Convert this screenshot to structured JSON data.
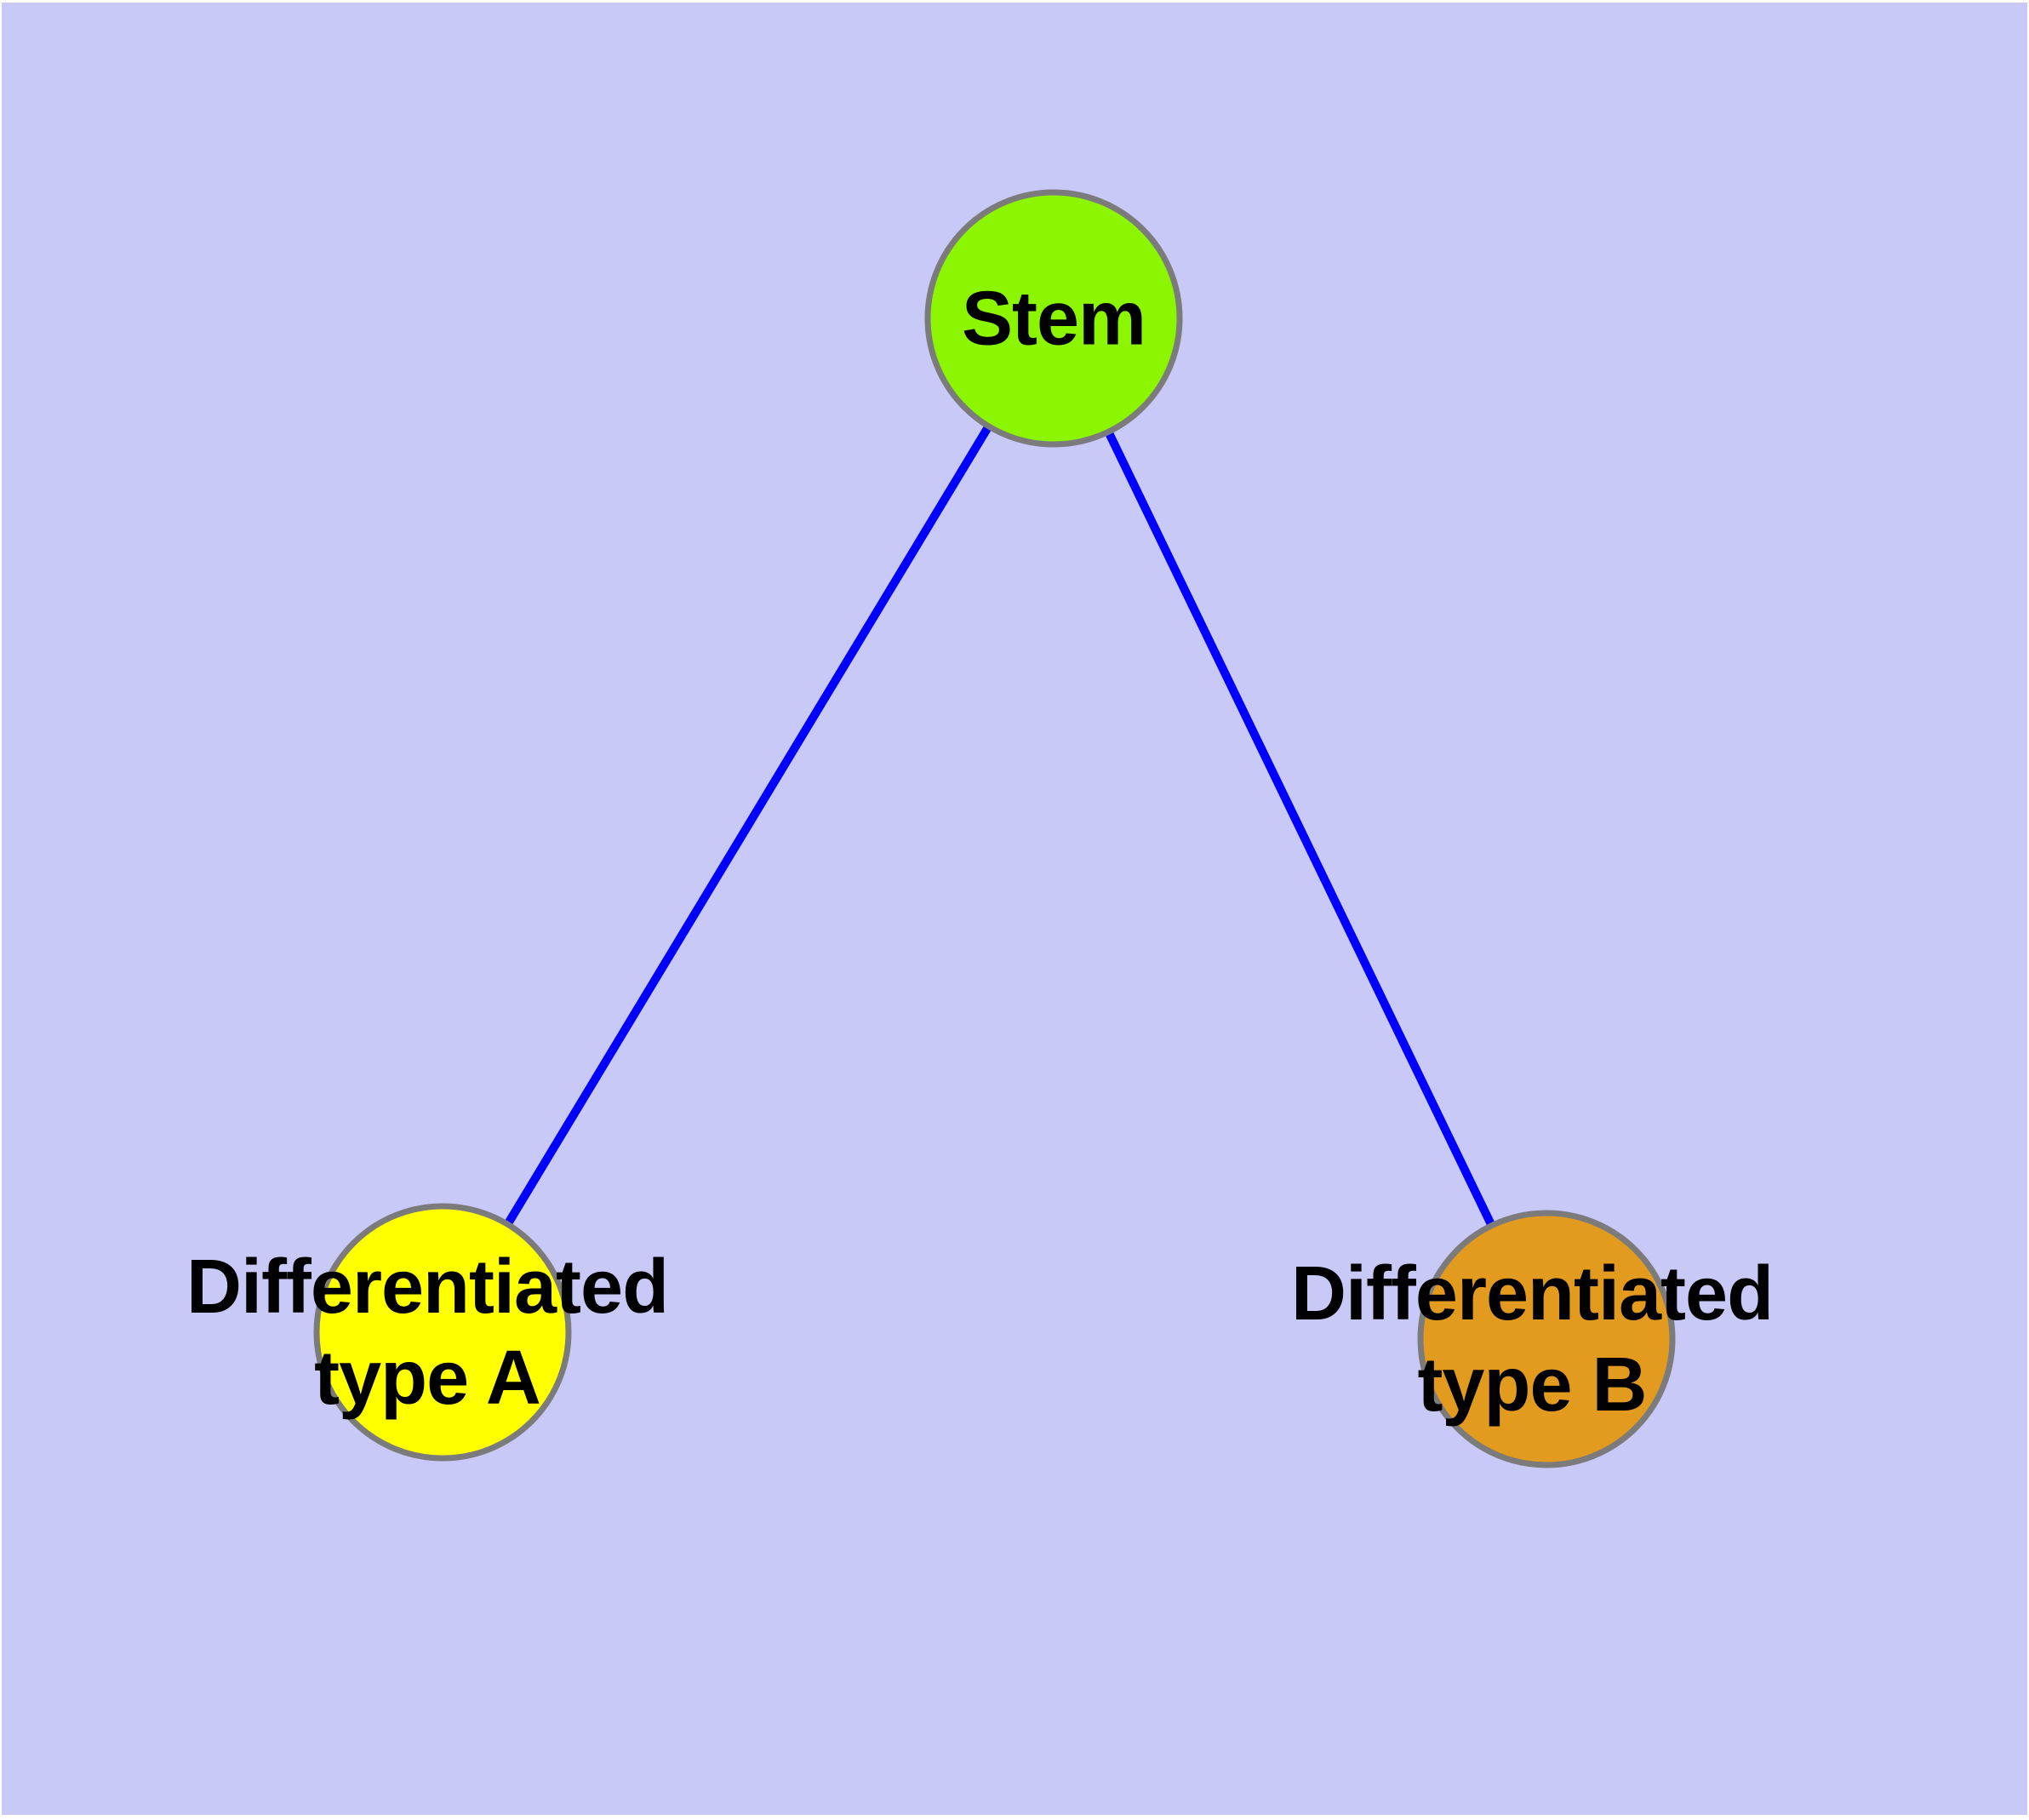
{
  "diagram": {
    "type": "graph",
    "background_color": "#C9C9F8",
    "figure_margin_color": "#FFFFFF",
    "edge_color": "#0000FF",
    "node_border_color": "#7B7B7B",
    "label_color": "#000000",
    "nodes": {
      "stem": {
        "id": "stem",
        "label": "Stem",
        "fill": "#8CF500"
      },
      "type_a": {
        "id": "type_a",
        "lines": [
          "Differentiated",
          "type A"
        ],
        "label": "Differentiated type A",
        "fill": "#FFFF00"
      },
      "type_b": {
        "id": "type_b",
        "lines": [
          "Differentiated",
          "type B"
        ],
        "label": "Differentiated type B",
        "fill": "#E29B1E"
      }
    },
    "edges": [
      {
        "from": "Stem",
        "to": "Differentiated type A"
      },
      {
        "from": "Stem",
        "to": "Differentiated type B"
      }
    ]
  }
}
